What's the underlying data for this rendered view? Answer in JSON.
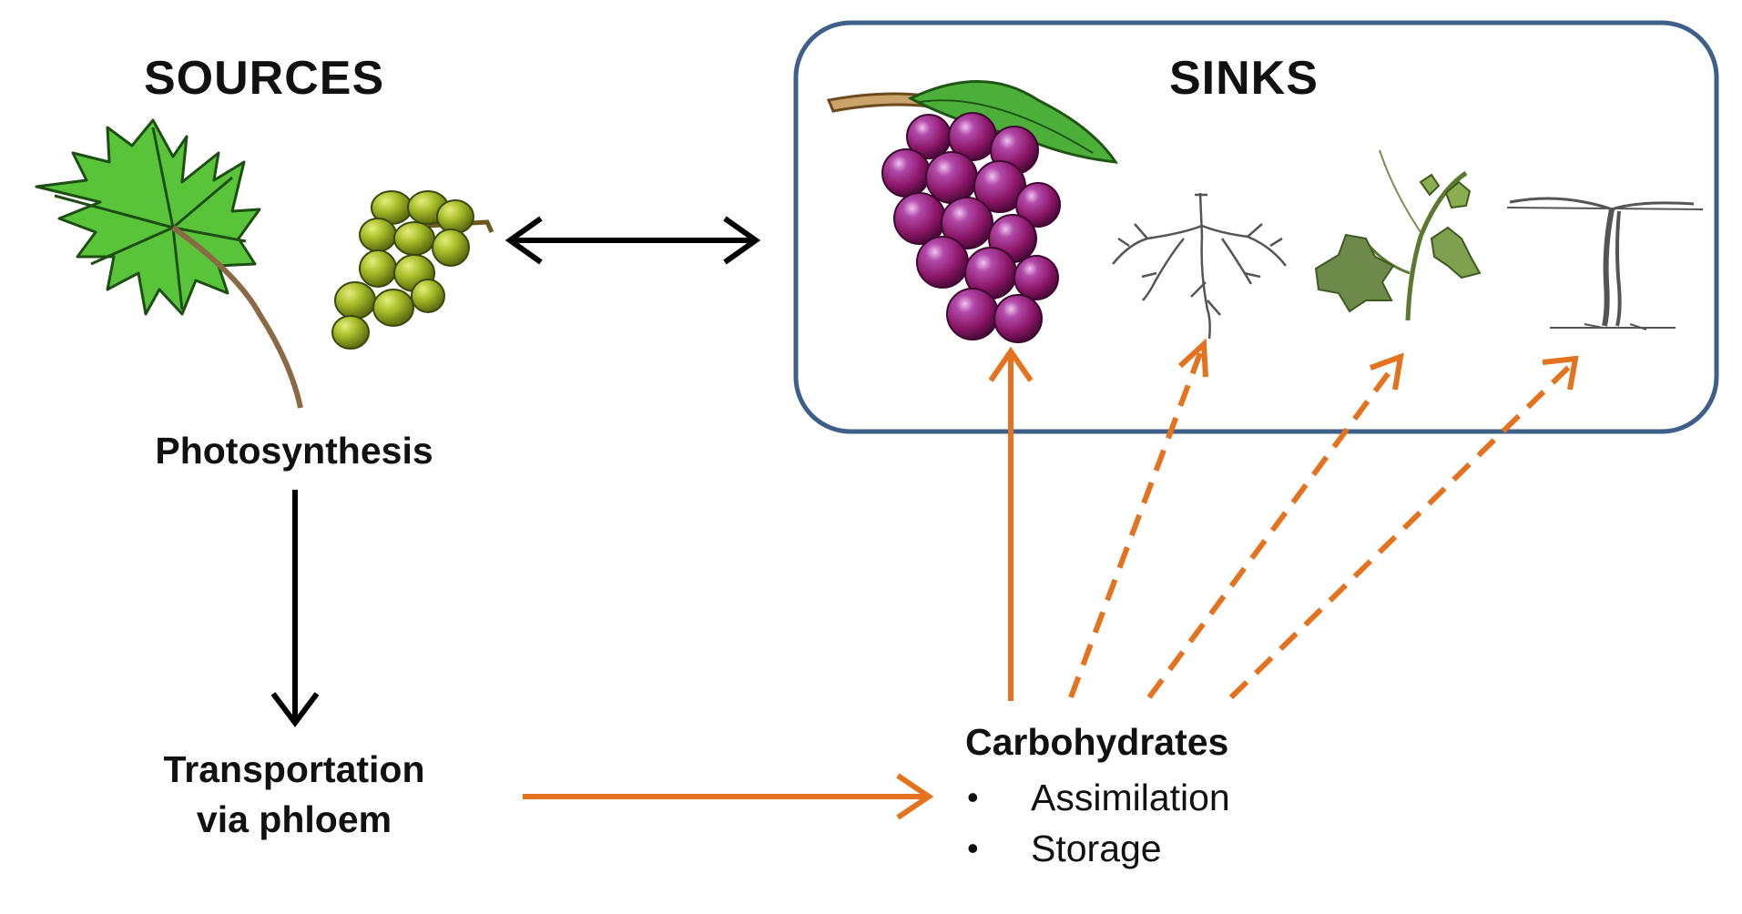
{
  "sources": {
    "heading": "SOURCES",
    "process_label": "Photosynthesis"
  },
  "sinks": {
    "heading": "SINKS"
  },
  "transport": {
    "line1": "Transportation",
    "line2": "via phloem"
  },
  "carbohydrates": {
    "title": "Carbohydrates",
    "items": [
      {
        "label": "Assimilation"
      },
      {
        "label": "Storage"
      }
    ],
    "bullet": "•"
  },
  "icons": [
    "vine-leaf-icon",
    "green-grape-bunch-icon",
    "purple-grape-bunch-icon",
    "root-system-icon",
    "young-shoot-icon",
    "trained-vine-trunk-icon"
  ],
  "colors": {
    "sink_box_border": "#3d5f8a",
    "carbohydrate_arrow": "#e3731e",
    "black_arrow": "#000000",
    "leaf_fill": "#59c43a",
    "green_grape": "#9cb02a",
    "purple_grape": "#9c1f6e"
  }
}
